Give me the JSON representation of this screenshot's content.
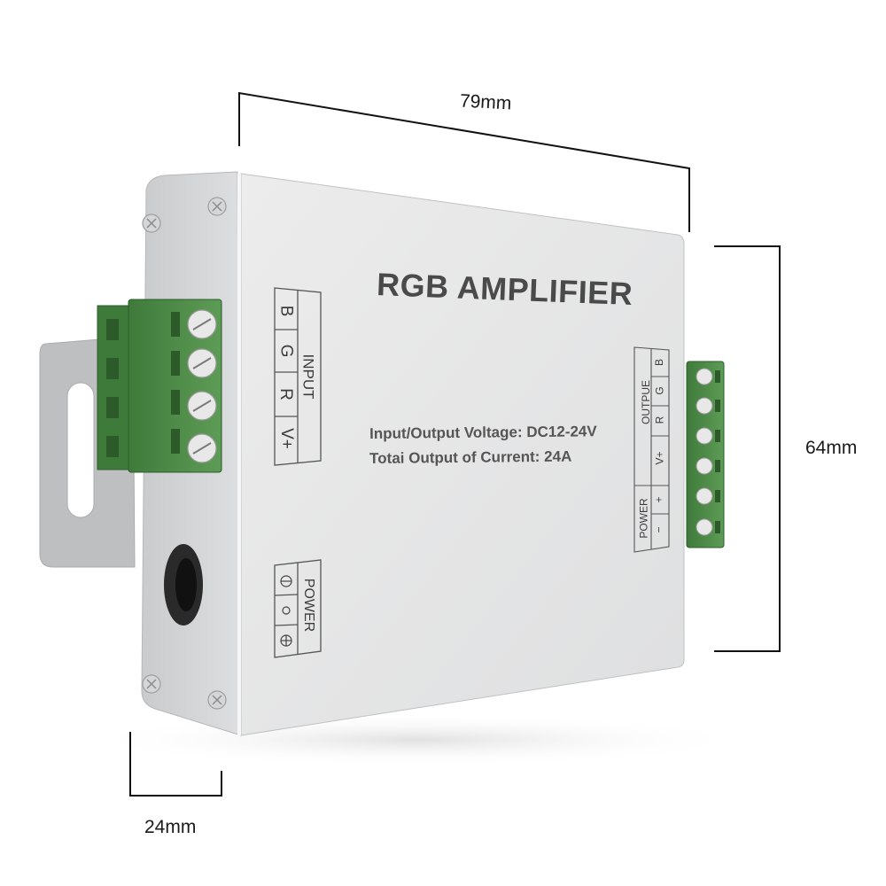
{
  "product": {
    "title": "RGB AMPLIFIER",
    "spec_voltage": "Input/Output Voltage:  DC12-24V",
    "spec_current": "Totai Output of Current:  24A"
  },
  "dimensions": {
    "width": "79mm",
    "height": "64mm",
    "depth": "24mm"
  },
  "input_block": {
    "title": "INPUT",
    "pins": [
      "B",
      "G",
      "R",
      "V+"
    ]
  },
  "output_block": {
    "title": "OUTPUE",
    "power_title": "POWER",
    "pins": [
      "B",
      "G",
      "R",
      "V+"
    ],
    "power_pins": [
      "+",
      "−"
    ]
  },
  "power_block": {
    "title": "POWER"
  },
  "colors": {
    "enclosure": "#e6e7e8",
    "terminal_green": "#4f8f4a",
    "text_grey": "#4a4a4a"
  }
}
